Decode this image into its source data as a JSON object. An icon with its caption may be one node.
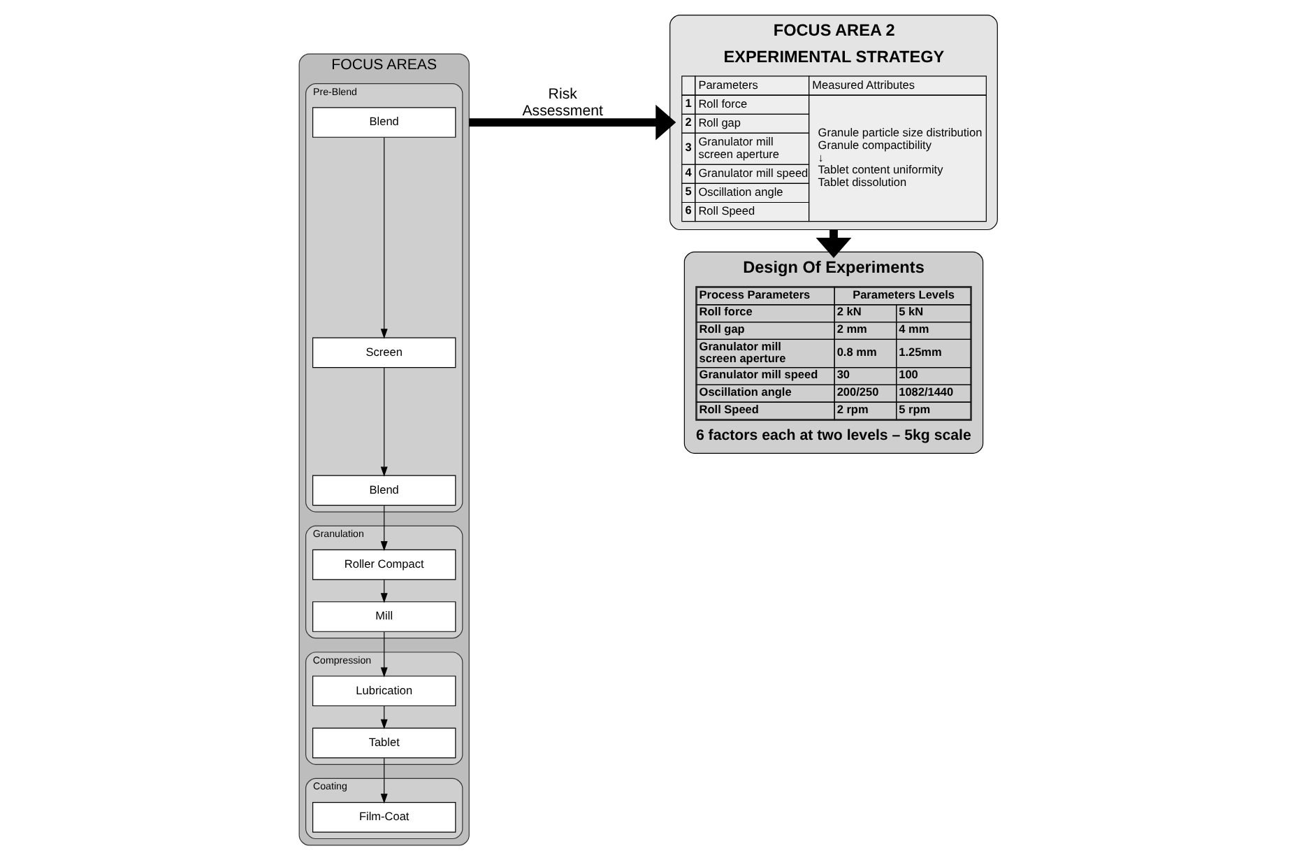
{
  "diagram": {
    "nodes": [
      {
        "text": [
          "FOCUS AREAS"
        ]
      },
      {
        "text": [
          "Pre-Blend"
        ],
        "in": 0
      },
      {
        "text": [
          "Blend"
        ],
        "in": 1
      },
      {
        "text": [
          "Screen"
        ],
        "in": 1
      },
      {
        "text": [
          "Blend"
        ],
        "in": 1
      },
      {
        "text": [
          "Granulation"
        ],
        "in": 0
      },
      {
        "text": [
          "Roller Compact"
        ],
        "in": 5
      },
      {
        "text": [
          "Mill"
        ],
        "in": 5
      },
      {
        "text": [
          "Compression"
        ],
        "in": 0
      },
      {
        "text": [
          "Lubrication"
        ],
        "in": 8
      },
      {
        "text": [
          "Tablet"
        ],
        "in": 8
      },
      {
        "text": [
          "Coating"
        ],
        "in": 0
      },
      {
        "text": [
          "Film-Coat"
        ],
        "in": 11
      },
      {
        "text": [
          "FOCUS AREA 2",
          "EXPERIMENTAL STRATEGY"
        ]
      },
      {
        "text": [
          "Design Of Experiments",
          "6 factors each at two levels – 5kg scale"
        ]
      }
    ],
    "edges": [
      {
        "from": 2,
        "to": 3,
        "arrow": "to"
      },
      {
        "from": 3,
        "to": 4,
        "arrow": "to"
      },
      {
        "from": 4,
        "to": 6,
        "arrow": "to"
      },
      {
        "from": 6,
        "to": 7,
        "arrow": "to"
      },
      {
        "from": 7,
        "to": 9,
        "arrow": "to"
      },
      {
        "from": 9,
        "to": 10,
        "arrow": "to"
      },
      {
        "from": 10,
        "to": 12,
        "arrow": "to"
      },
      {
        "from": 0,
        "to": 13,
        "arrow": "to",
        "label": "Risk Assessment",
        "style": "thick"
      },
      {
        "from": 13,
        "to": 14,
        "arrow": "to",
        "style": "thick"
      }
    ],
    "labels": [
      "Parameters",
      "Measured Attributes",
      "1",
      "Roll force",
      "Granule particle size distribution",
      "Granule compactibility",
      "↓",
      "Tablet content uniformity",
      "Tablet dissolution",
      "2",
      "Roll gap",
      "3",
      "Granulator mill screen aperture",
      "4",
      "Granulator mill speed",
      "5",
      "Oscillation angle",
      "6",
      "Roll Speed",
      "Process Parameters",
      "Parameters Levels",
      "Roll force",
      "2 kN",
      "5 kN",
      "Roll gap",
      "2 mm",
      "4 mm",
      "Granulator mill screen aperture",
      "0.8 mm",
      "1.25mm",
      "Granulator mill speed",
      "30",
      "100",
      "Oscillation angle",
      "200/250",
      "1082/1440",
      "Roll Speed",
      "2 rpm",
      "5 rpm"
    ]
  }
}
